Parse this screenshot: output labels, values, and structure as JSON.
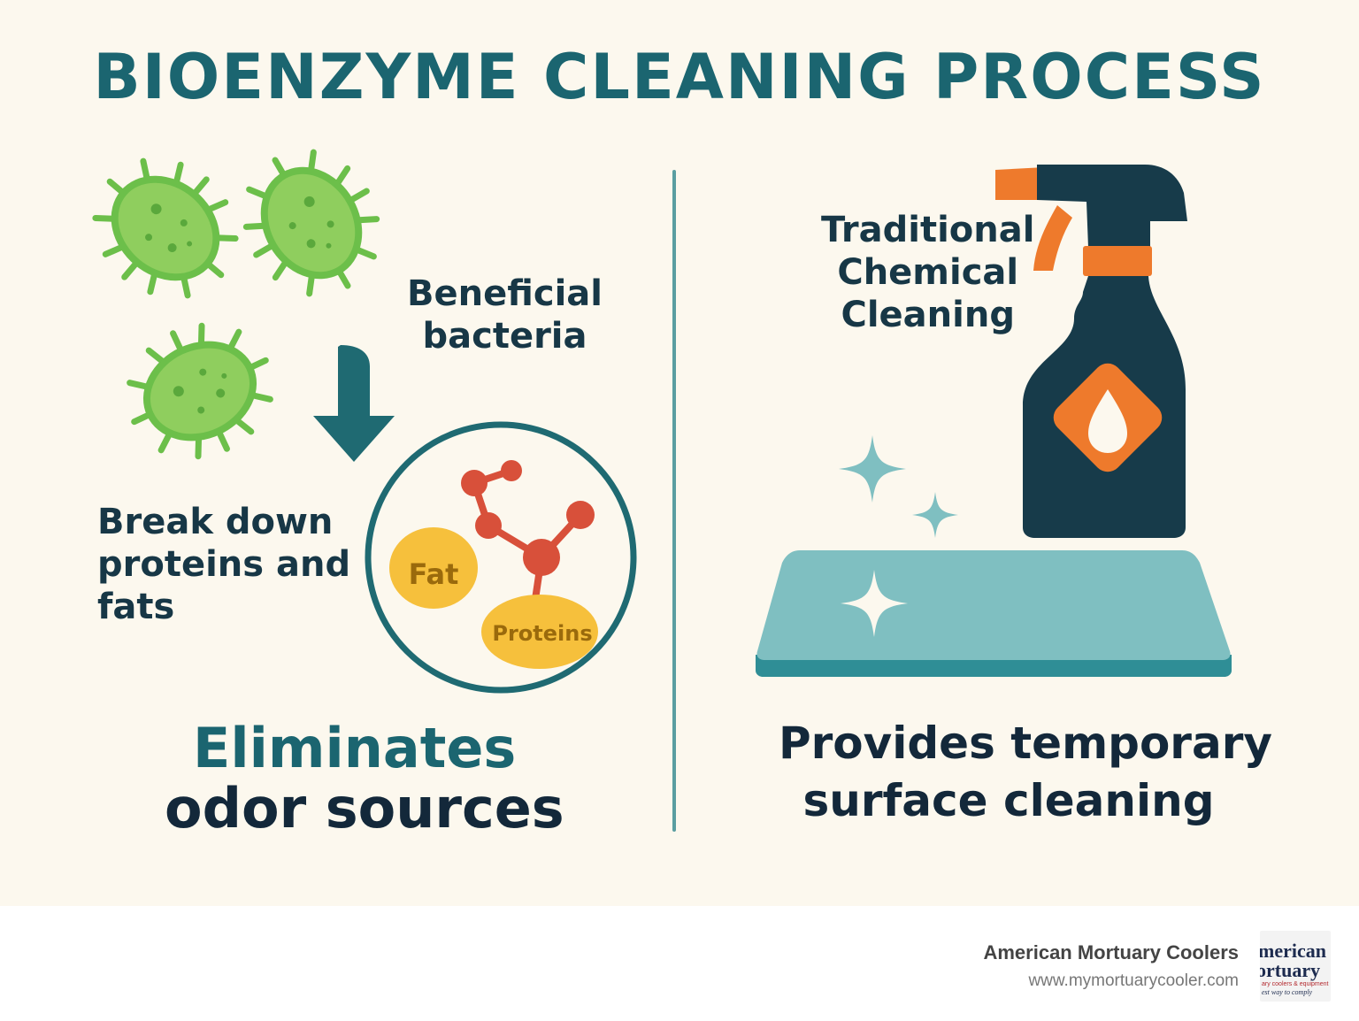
{
  "title": "BIOENZYME CLEANING PROCESS",
  "left": {
    "beneficial": [
      "Beneficial",
      "bacteria"
    ],
    "break_down": [
      "Break down",
      "proteins and",
      "fats"
    ],
    "fat_label": "Fat",
    "proteins_label": "Proteins",
    "eliminates": "Eliminates",
    "odor": "odor sources"
  },
  "right": {
    "traditional": [
      "Traditional",
      "Chemical",
      "Cleaning"
    ],
    "provides": [
      "Provides temporary",
      "surface cleaning"
    ]
  },
  "footer": {
    "brand": "American Mortuary Coolers",
    "url": "www.mymortuarycooler.com",
    "logo_lines": [
      "merican",
      "ortuary",
      "ary coolers & equipment",
      "est way to comply"
    ]
  },
  "colors": {
    "background": "#fcf8ee",
    "title": "#1b6570",
    "bacteria": "#7ec34f",
    "arrow": "#1f6a72",
    "molecule": "#d8503a",
    "blob": "#f6c03c",
    "bottle": "#173b4a",
    "orange": "#ee7a2c",
    "surface": "#7fbfc1"
  },
  "icons": [
    "bacteria-icon",
    "arrow-down-icon",
    "molecule-icon",
    "spray-bottle-icon",
    "sparkle-icon",
    "surface-icon"
  ]
}
